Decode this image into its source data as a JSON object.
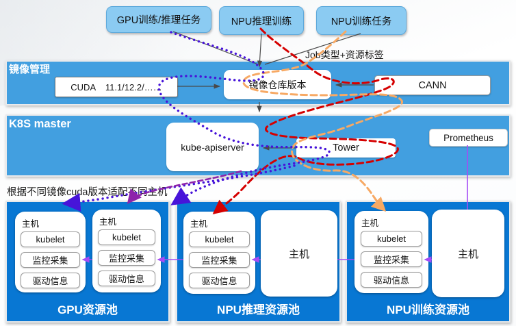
{
  "tasks": [
    {
      "label": "GPU训练/推理任务"
    },
    {
      "label": "NPU推理训练"
    },
    {
      "label": "NPU训练任务"
    }
  ],
  "job_label": "Job类型+资源标签",
  "image_mgmt": {
    "title": "镜像管理",
    "cuda_label": "CUDA    11.1/12.2/……",
    "repo_label": "镜像仓库版本",
    "cann_label": "CANN"
  },
  "k8s": {
    "title": "K8S master",
    "apiserver_label": "kube-apiserver",
    "tower_label": "Tower",
    "prometheus_label": "Prometheus"
  },
  "note": "根据不同镜像cuda版本适配不同主机",
  "pools": [
    {
      "name": "GPU资源池",
      "hosts": [
        {
          "type": "full",
          "label": "主机",
          "components": [
            "kubelet",
            "监控采集",
            "驱动信息"
          ]
        },
        {
          "type": "full",
          "label": "主机",
          "components": [
            "kubelet",
            "监控采集",
            "驱动信息"
          ]
        }
      ]
    },
    {
      "name": "NPU推理资源池",
      "hosts": [
        {
          "type": "full",
          "label": "主机",
          "components": [
            "kubelet",
            "监控采集",
            "驱动信息"
          ]
        },
        {
          "type": "plain",
          "label": "主机"
        }
      ]
    },
    {
      "name": "NPU训练资源池",
      "hosts": [
        {
          "type": "full",
          "label": "主机",
          "components": [
            "kubelet",
            "监控采集",
            "驱动信息"
          ]
        },
        {
          "type": "plain",
          "label": "主机"
        }
      ]
    }
  ],
  "flows": [
    {
      "from": "GPU训练/推理任务",
      "to": "GPU资源池",
      "style": "purple-dotted"
    },
    {
      "from": "NPU推理训练",
      "to": "NPU推理资源池",
      "style": "red-dashed"
    },
    {
      "from": "NPU训练任务",
      "to": "NPU训练资源池",
      "style": "orange-dashed"
    },
    {
      "from": "任务",
      "to": "镜像仓库版本",
      "style": "black-solid",
      "label": "Job类型+资源标签"
    },
    {
      "from": "CUDA",
      "to": "镜像仓库版本",
      "style": "black-solid"
    },
    {
      "from": "CANN",
      "to": "镜像仓库版本",
      "style": "black-solid"
    },
    {
      "from": "镜像仓库版本",
      "to": "kube-apiserver",
      "style": "black-solid"
    },
    {
      "from": "Tower",
      "to": "kube-apiserver",
      "style": "black-solid"
    },
    {
      "from": "Prometheus",
      "to": "监控采集",
      "style": "violet-solid"
    }
  ],
  "colors": {
    "band_blue": "#429FE0",
    "pool_blue": "#0877D3",
    "task_blue": "#8BCBF2",
    "red_flow": "#D50000",
    "orange_flow": "#F7A964",
    "purple_dotted": "#4714D9",
    "magenta_dashed": "#8E24AA",
    "violet_line": "#A64CF5"
  }
}
